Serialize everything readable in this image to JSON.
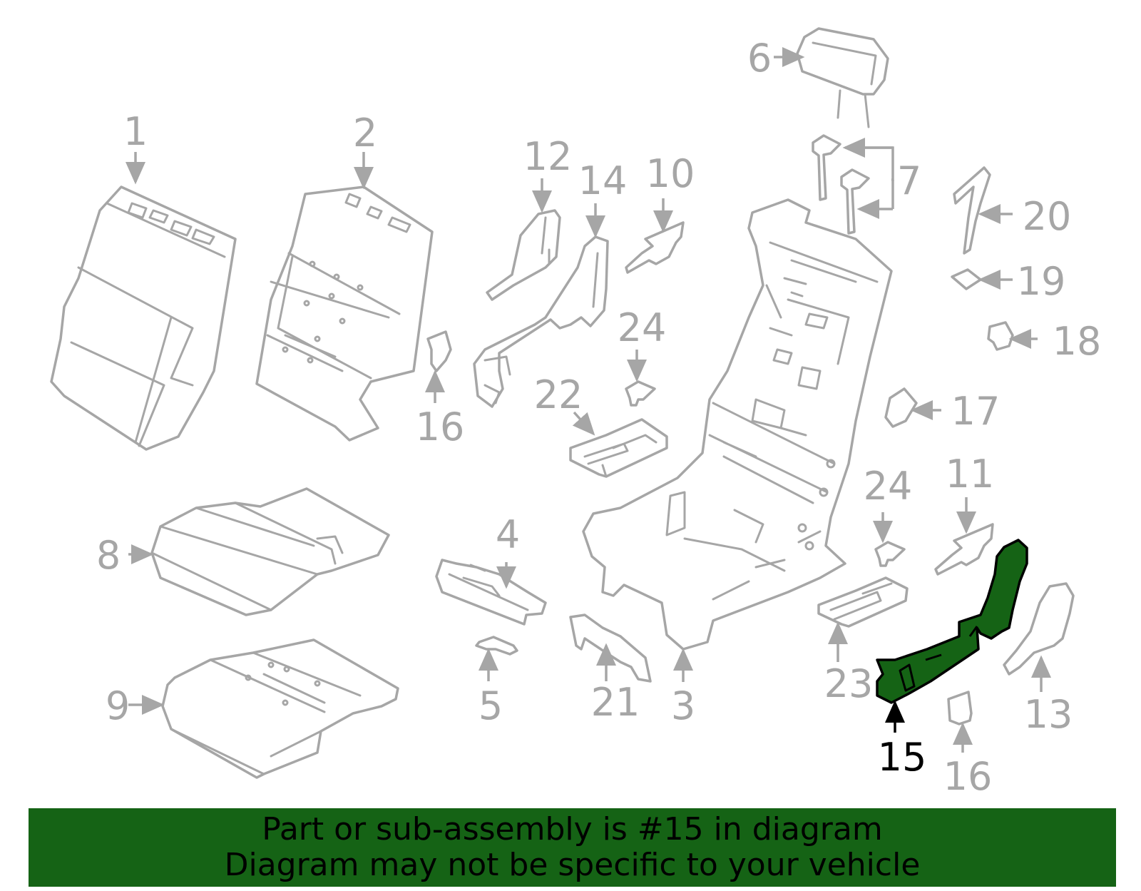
{
  "diagram": {
    "callouts": {
      "c1": "1",
      "c2": "2",
      "c3": "3",
      "c4": "4",
      "c5": "5",
      "c6": "6",
      "c7": "7",
      "c8": "8",
      "c9": "9",
      "c10": "10",
      "c11": "11",
      "c12": "12",
      "c13": "13",
      "c14": "14",
      "c15": "15",
      "c16a": "16",
      "c16b": "16",
      "c17": "17",
      "c18": "18",
      "c19": "19",
      "c20": "20",
      "c21": "21",
      "c22": "22",
      "c23": "23",
      "c24a": "24",
      "c24b": "24"
    },
    "highlighted_part": "15",
    "colors": {
      "line": "#a6a6a6",
      "highlight_fill": "#156315",
      "highlight_line": "#000000"
    }
  },
  "banner": {
    "line1": "Part or sub-assembly is #15 in diagram",
    "line2": "Diagram may not be specific to your vehicle",
    "background": "#156315"
  }
}
